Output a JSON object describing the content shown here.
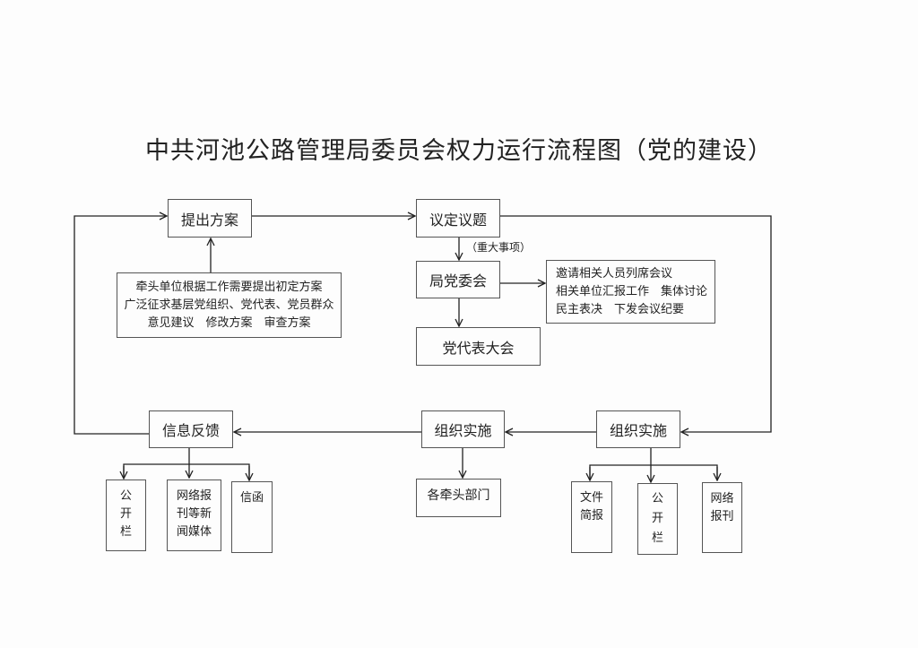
{
  "title": "中共河池公路管理局委员会权力运行流程图（党的建设）",
  "nodes": {
    "propose": "提出方案",
    "propose_detail": [
      "牵头单位根据工作需要提出初定方案",
      "广泛征求基层党组织、党代表、党员群众",
      "意见建议　修改方案　审查方案"
    ],
    "decide": "议定议题",
    "major_note": "（重大事项）",
    "committee": "局党委会",
    "committee_detail": [
      "邀请相关人员列席会议",
      "相关单位汇报工作　集体讨论",
      "民主表决　下发会议纪要"
    ],
    "congress": "党代表大会",
    "implement_right": "组织实施",
    "implement_mid": "组织实施",
    "lead_depts": "各牵头部门",
    "feedback": "信息反馈",
    "feedback_channels": [
      "公\n开\n栏",
      "网络报\n刊等新\n闻媒体",
      "信函"
    ],
    "implement_channels": [
      "文件\n简报",
      "公\n开\n栏",
      "网络\n报刊"
    ]
  }
}
